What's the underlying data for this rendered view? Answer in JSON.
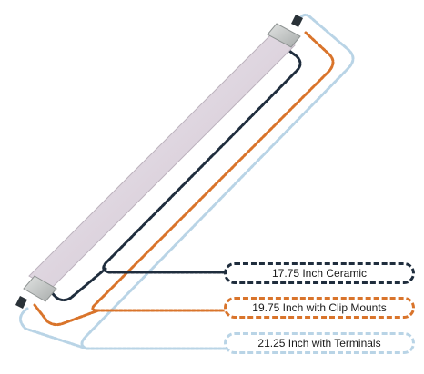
{
  "labels": {
    "ceramic": "17.75 Inch Ceramic",
    "clip_mounts": "19.75 Inch with Clip Mounts",
    "terminals": "21.25 Inch with Terminals"
  },
  "colors": {
    "ceramic": "#1f2d3d",
    "clip_mounts": "#d9742b",
    "terminals": "#b9d4e6",
    "tube": "#e6dde6",
    "end_cap": "#c9cccb",
    "terminal_pin": "#2a3238"
  }
}
